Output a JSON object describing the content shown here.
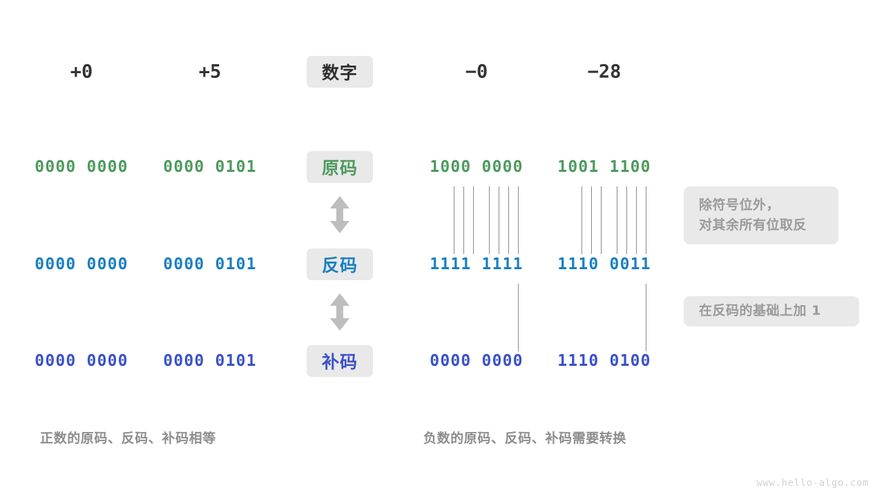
{
  "diagram": {
    "title_row": {
      "label_pill": "数字",
      "columns": [
        {
          "key": "pos0",
          "value": "+0"
        },
        {
          "key": "pos5",
          "value": "+5"
        },
        {
          "key": "neg0",
          "value": "−0"
        },
        {
          "key": "neg28",
          "value": "−28"
        }
      ]
    },
    "rows": [
      {
        "key": "sign_magnitude",
        "label_pill": "原码",
        "color": "#4e9a5f",
        "values": {
          "pos0": "0000 0000",
          "pos5": "0000 0101",
          "neg0": "1000 0000",
          "neg28": "1001 1100"
        }
      },
      {
        "key": "ones_complement",
        "label_pill": "反码",
        "color": "#1a7fc2",
        "values": {
          "pos0": "0000 0000",
          "pos5": "0000 0101",
          "neg0": "1111 1111",
          "neg28": "1110 0011"
        }
      },
      {
        "key": "twos_complement",
        "label_pill": "补码",
        "color": "#3a51c8",
        "values": {
          "pos0": "0000 0000",
          "pos5": "0000 0101",
          "neg0": "0000 0000",
          "neg28": "1110 0100"
        }
      }
    ],
    "notes": [
      {
        "key": "invert-note",
        "lines": [
          "除符号位外，",
          "对其余所有位取反"
        ]
      },
      {
        "key": "plus-one-note",
        "lines": [
          "在反码的基础上加 1"
        ]
      }
    ],
    "captions": {
      "left": "正数的原码、反码、补码相等",
      "right": "负数的原码、反码、补码需要转换"
    },
    "watermark": "www.hello-algo.com",
    "icons": {
      "arrow_updown": "double-headed-vertical-arrow"
    }
  }
}
